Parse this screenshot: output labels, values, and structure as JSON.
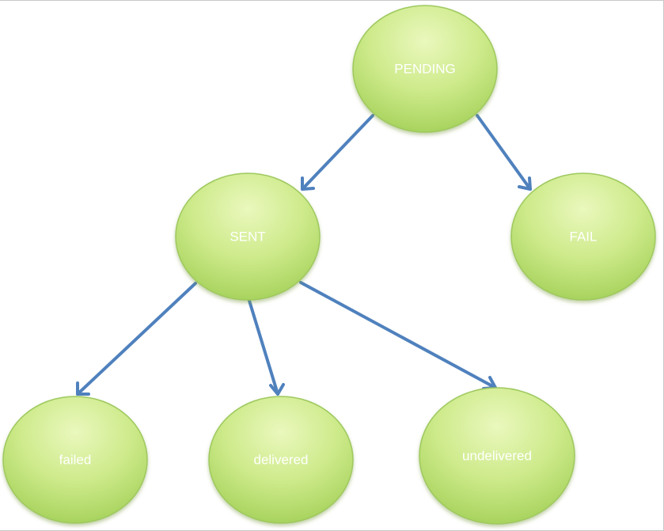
{
  "diagram": {
    "nodes": [
      {
        "id": "pending",
        "label": "PENDING"
      },
      {
        "id": "sent",
        "label": "SENT"
      },
      {
        "id": "fail",
        "label": "FAIL"
      },
      {
        "id": "failed",
        "label": "failed"
      },
      {
        "id": "delivered",
        "label": "delivered"
      },
      {
        "id": "undelivered",
        "label": "undelivered"
      }
    ],
    "edges": [
      {
        "from": "pending",
        "to": "sent"
      },
      {
        "from": "pending",
        "to": "fail"
      },
      {
        "from": "sent",
        "to": "failed"
      },
      {
        "from": "sent",
        "to": "delivered"
      },
      {
        "from": "sent",
        "to": "undelivered"
      }
    ],
    "colors": {
      "node_fill_light": "#e9f7b8",
      "node_fill_dark": "#a9d65c",
      "node_stroke": "#9ec95e",
      "arrow": "#4f81bd",
      "label": "#ffffff"
    }
  }
}
